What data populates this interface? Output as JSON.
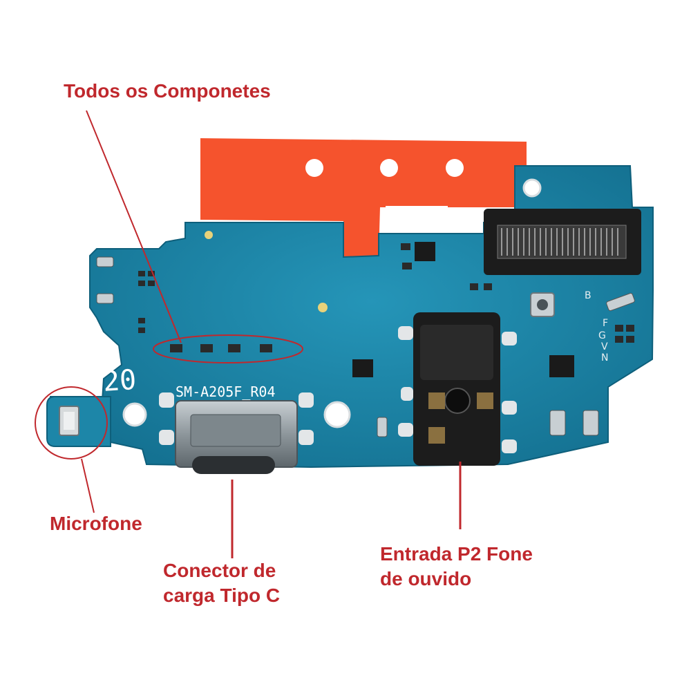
{
  "colors": {
    "annotation": "#c0282d",
    "pcb": "#1d86a8",
    "pcb_dark": "#106a88",
    "orange_film": "#f5532d",
    "connector_black": "#1c1c1c",
    "metal": "#9aa3a8",
    "pad": "#e3e6e8"
  },
  "board": {
    "silkscreen_number": "20",
    "model_label": "SM-A205F_R04",
    "markings": [
      "B",
      "F",
      "G",
      "V",
      "N"
    ]
  },
  "annotations": {
    "components": "Todos os Componetes",
    "microphone": "Microfone",
    "usb_connector": [
      "Conector de",
      "carga Tipo C"
    ],
    "headphone_jack": [
      "Entrada P2 Fone",
      "de ouvido"
    ]
  }
}
